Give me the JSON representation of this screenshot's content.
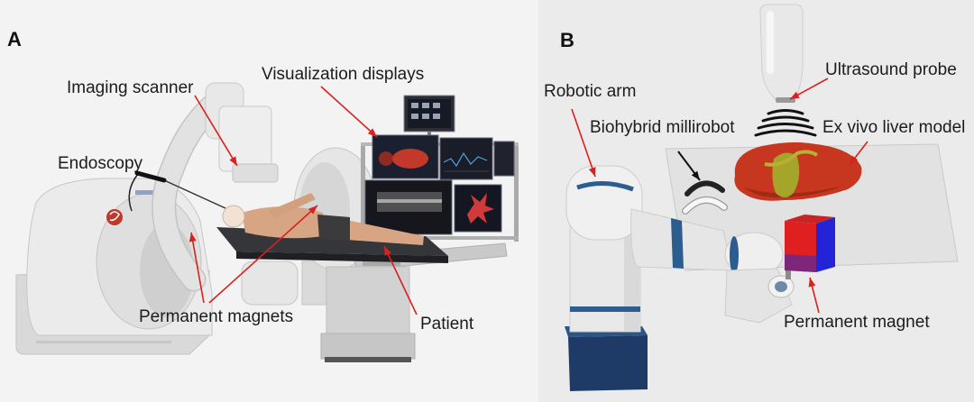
{
  "figure": {
    "panel_a": {
      "letter": "A",
      "labels": {
        "imaging_scanner": "Imaging scanner",
        "visualization_displays": "Visualization displays",
        "endoscopy": "Endoscopy",
        "permanent_magnets": "Permanent magnets",
        "patient": "Patient"
      }
    },
    "panel_b": {
      "letter": "B",
      "labels": {
        "robotic_arm": "Robotic arm",
        "biohybrid_millirobot": "Biohybrid millirobot",
        "ultrasound_probe": "Ultrasound probe",
        "ex_vivo_liver_model": "Ex vivo liver model",
        "permanent_magnet": "Permanent magnet"
      }
    }
  },
  "colors": {
    "arrow": "#d9211e",
    "leader_dark": "#111111",
    "magnet_red": "#e02020",
    "magnet_blue": "#2323d8",
    "liver": "#c7361f",
    "robot_accent": "#2b5d8f"
  }
}
